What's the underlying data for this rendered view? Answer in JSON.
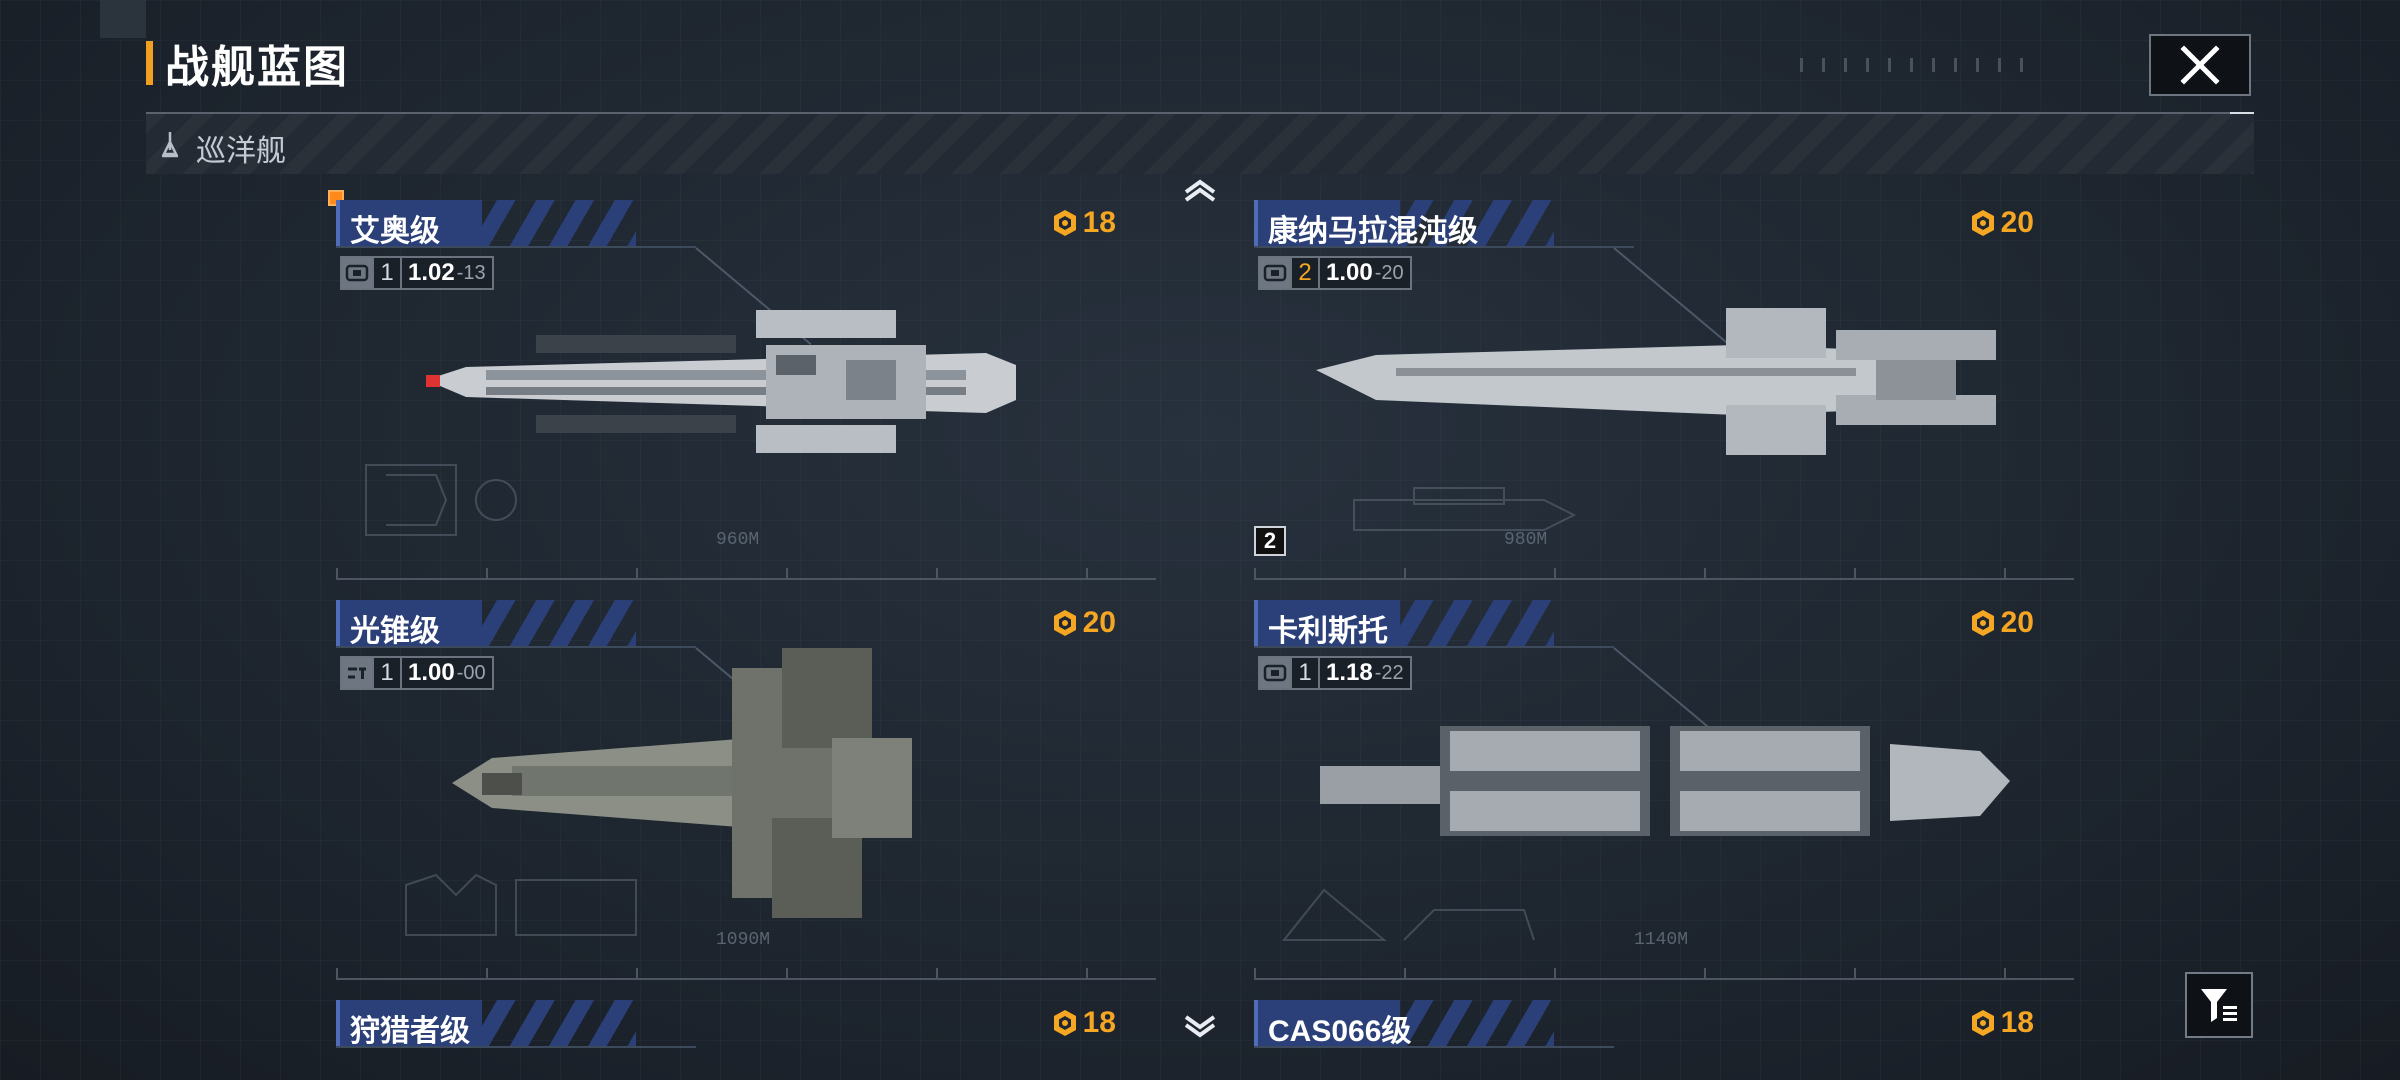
{
  "header": {
    "title": "战舰蓝图",
    "accent_color": "#f0a020"
  },
  "close_button": {
    "icon": "close-icon"
  },
  "category": {
    "icon": "cruiser-icon",
    "label": "巡洋舰"
  },
  "scroll": {
    "up_icon": "chevron-up-icon",
    "down_icon": "chevron-down-icon"
  },
  "filter_button": {
    "icon": "filter-icon"
  },
  "ships": [
    {
      "name": "艾奥级",
      "cost": "18",
      "stat_icon": "barrel-icon",
      "level": "1",
      "value": "1.02",
      "delta": "-13",
      "length": "960M",
      "highlight_level": false
    },
    {
      "name": "康纳马拉混沌级",
      "cost": "20",
      "stat_icon": "barrel-icon",
      "level": "2",
      "value": "1.00",
      "delta": "-20",
      "length": "980M",
      "highlight_level": true,
      "count_badge": "2"
    },
    {
      "name": "光锥级",
      "cost": "20",
      "stat_icon": "st-icon",
      "level": "1",
      "value": "1.00",
      "delta": "-00",
      "length": "1090M",
      "highlight_level": false
    },
    {
      "name": "卡利斯托",
      "cost": "20",
      "stat_icon": "barrel-icon",
      "level": "1",
      "value": "1.18",
      "delta": "-22",
      "length": "1140M",
      "highlight_level": false
    },
    {
      "name": "狩猎者级",
      "cost": "18"
    },
    {
      "name": "CAS066级",
      "cost": "18"
    }
  ],
  "colors": {
    "cost": "#f5a623",
    "name_tag": "#2b3f78",
    "background": "#1e2631"
  }
}
